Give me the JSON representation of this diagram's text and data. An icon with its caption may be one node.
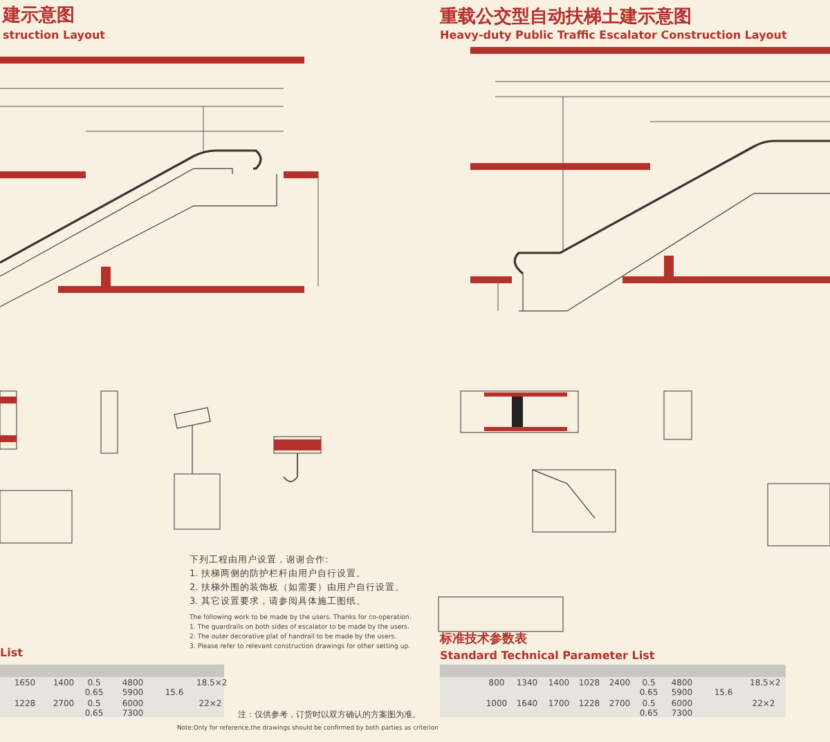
{
  "diagram": {
    "title": "重载公交型自动扶梯土建示意图",
    "labels": [
      "建示意图",
      "struction Layout",
      "Heavy-duty Public Traffic Escalator Construction Layout",
      "下列工程由用户设置，谢谢合作:",
      "1. 扶梯两侧的防护栏杆由用户自行设置。",
      "2. 扶梯外围的装饰板（如需要）由用户自行设置。",
      "3. 其它设置要求，请参阅具体施工图纸。",
      "The following work to be made by the users. Thanks for co-operation.",
      "1. The guardrails on both sides of escalator to be made by the users.",
      "2. The outer decorative plat of handrail to be made by the users.",
      "3. Please refer to relevant construction drawings for other setting up.",
      "List",
      "1650",
      "1400",
      "0.5 0.65",
      "4800 5900",
      "15.6",
      "18.5×2",
      "1228",
      "2700",
      "0.5 0.65",
      "6000 7300",
      "22×2",
      "标准技术参数表",
      "Standard Technical Parameter List",
      "800",
      "1340",
      "1400",
      "1028",
      "2400",
      "0.5 0.65",
      "4800 5900",
      "15.6",
      "18.5×2",
      "1000",
      "1640",
      "1700",
      "1228",
      "2700",
      "0.5 0.65",
      "6000 7300",
      "22×2",
      "注：仅供参考，订货时以双方确认的方案图为准。",
      "Note:Only for reference,the drawings should be confirmed by both parties as criterion"
    ]
  }
}
